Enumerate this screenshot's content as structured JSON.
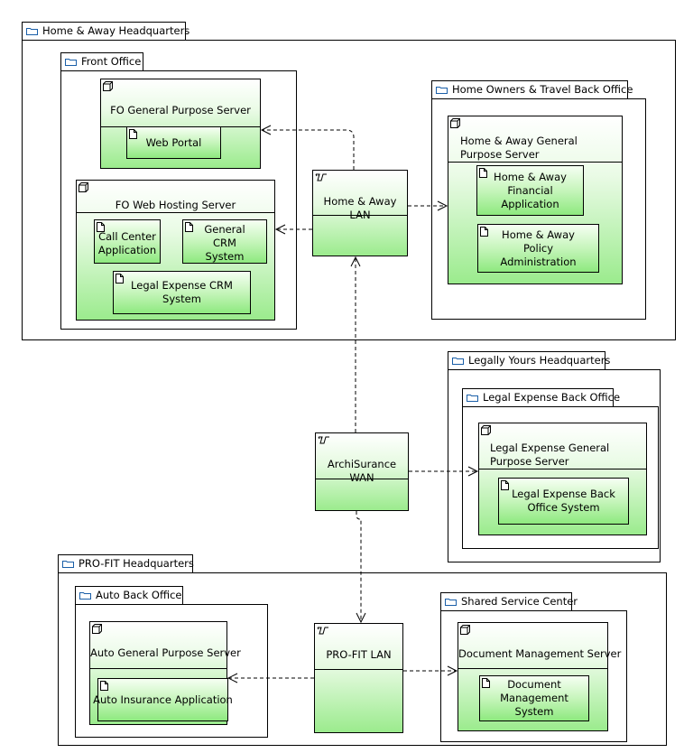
{
  "packages": {
    "home_away_hq": "Home & Away Headquarters",
    "front_office": "Front Office",
    "home_owners_back_office": "Home Owners & Travel Back Office",
    "legally_yours_hq": "Legally Yours Headquarters",
    "legal_expense_back_office": "Legal Expense Back Office",
    "profit_hq": "PRO-FIT Headquarters",
    "auto_back_office": "Auto Back Office",
    "shared_service_center": "Shared Service Center"
  },
  "nodes": {
    "fo_general_server": "FO General Purpose Server",
    "fo_web_hosting_server": "FO Web Hosting Server",
    "ha_general_server": "Home & Away General Purpose Server",
    "le_general_server": "Legal Expense General Purpose Server",
    "auto_general_server": "Auto General Purpose Server",
    "doc_mgmt_server": "Document Management Server"
  },
  "artifacts": {
    "web_portal": "Web Portal",
    "call_center": "Call Center Application",
    "general_crm": "General CRM System",
    "legal_expense_crm": "Legal Expense CRM System",
    "ha_financial": "Home & Away Financial Application",
    "ha_policy": "Home & Away Policy Administration",
    "le_back_office_system": "Legal Expense Back Office System",
    "auto_insurance": "Auto Insurance Application",
    "doc_mgmt_system": "Document Management System"
  },
  "networks": {
    "ha_lan": "Home & Away LAN",
    "archisurance_wan": "ArchiSurance WAN",
    "profit_lan": "PRO-FIT LAN"
  },
  "icons": {
    "package": "folder-icon",
    "node": "node-cube-icon",
    "artifact": "artifact-document-icon",
    "network": "network-icon"
  },
  "colors": {
    "node_fill_top": "#ffffff",
    "node_fill_bottom": "#9beb8d",
    "package_icon": "#1a5fa8"
  }
}
